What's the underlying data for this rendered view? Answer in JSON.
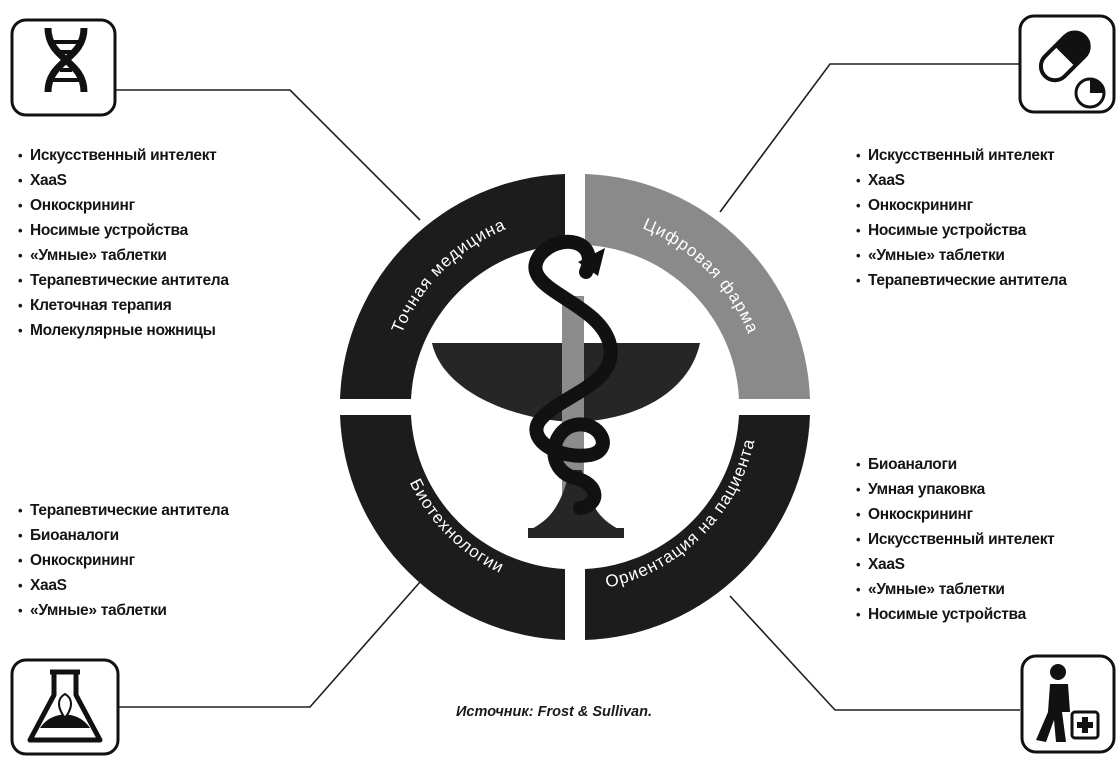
{
  "segments": {
    "top_left": "Точная медицина",
    "top_right": "Цифровая фарма",
    "bottom_left": "Биотехнологии",
    "bottom_right": "Ориентация на пациента"
  },
  "icons": {
    "top_left": "dna-icon",
    "top_right": "pill-capsule-icon",
    "bottom_left": "lab-flask-icon",
    "bottom_right": "patient-walking-icon",
    "center": "bowl-of-hygieia-icon"
  },
  "lists": {
    "top_left": [
      "Искусственный интелект",
      "XaaS",
      "Онкоскрининг",
      "Носимые устройства",
      "«Умные» таблетки",
      "Терапевтические антитела",
      "Клеточная терапия",
      "Молекулярные ножницы"
    ],
    "top_right": [
      "Искусственный интелект",
      "XaaS",
      "Онкоскрининг",
      "Носимые устройства",
      "«Умные» таблетки",
      "Терапевтические антитела"
    ],
    "bottom_left": [
      "Терапевтические антитела",
      "Биоаналоги",
      "Онкоскрининг",
      "XaaS",
      "«Умные» таблетки"
    ],
    "bottom_right": [
      "Биоаналоги",
      "Умная упаковка",
      "Онкоскрининг",
      "Искусственный интелект",
      "XaaS",
      "«Умные» таблетки",
      "Носимые устройства"
    ]
  },
  "bullet_glyph": "•",
  "source": "Источник: Frost & Sullivan.",
  "colors": {
    "dark_segment": "#1c1c1c",
    "light_segment": "#8a8a8a",
    "text_on_segment": "#ffffff"
  }
}
